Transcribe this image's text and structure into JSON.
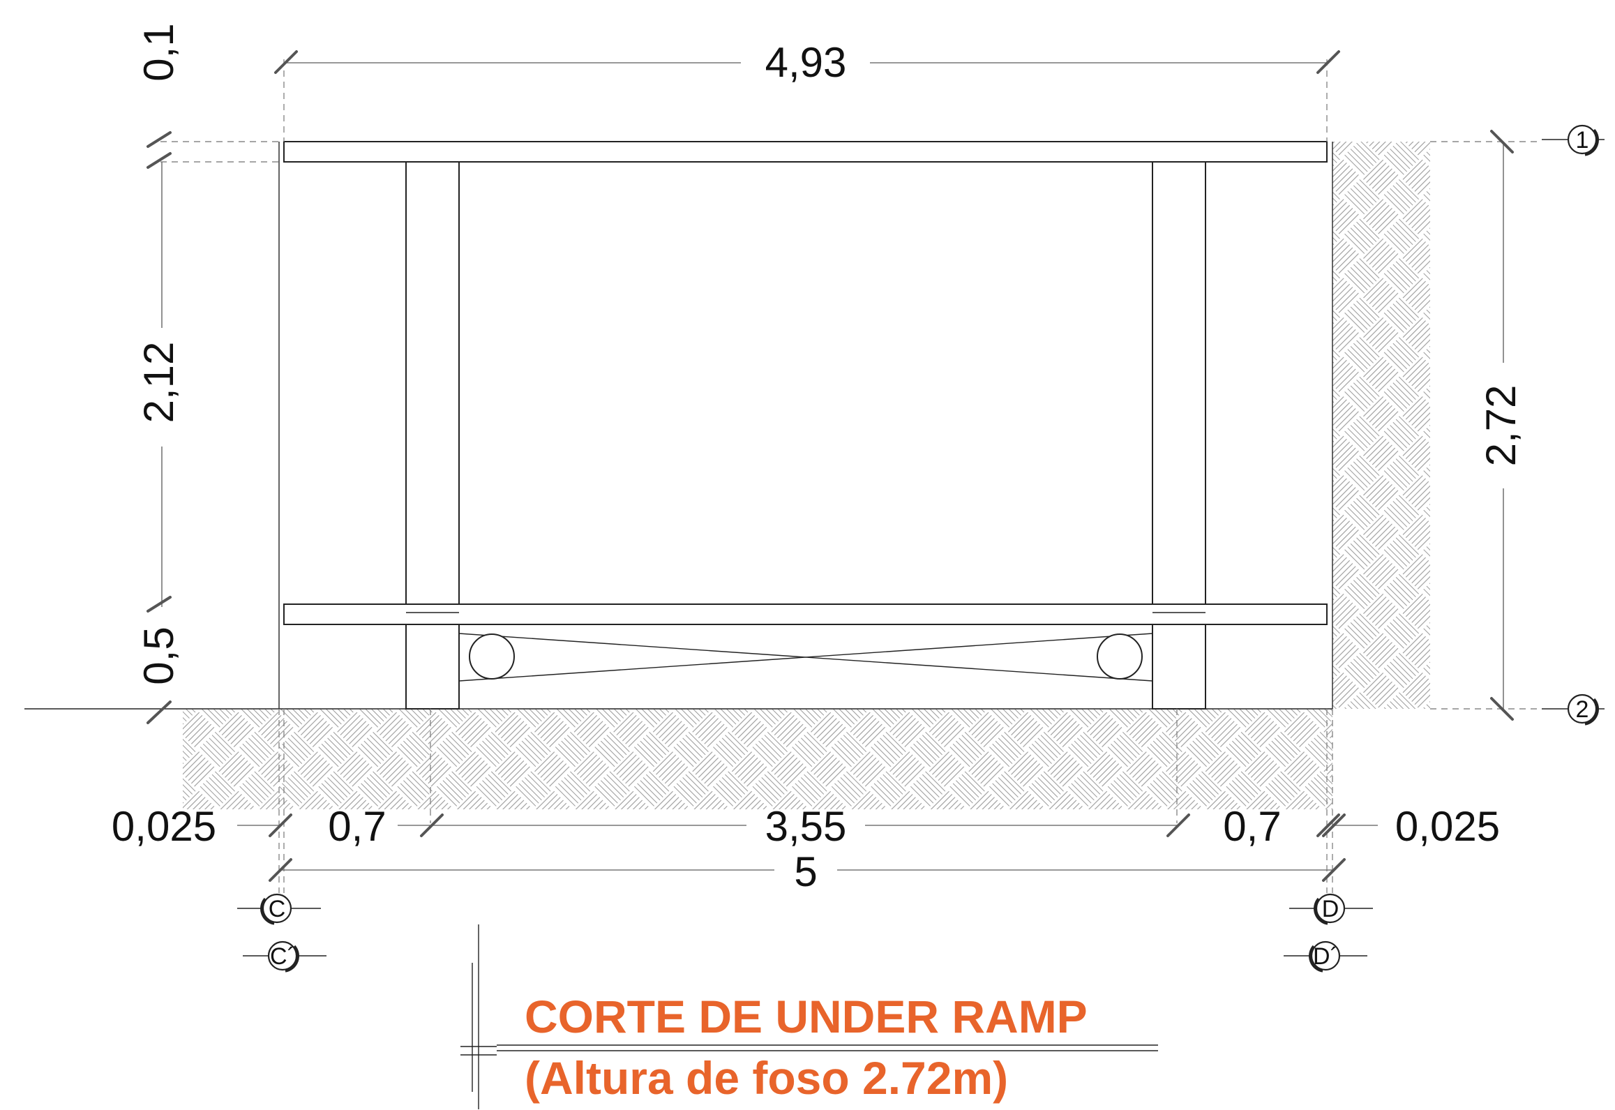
{
  "colors": {
    "title": "#e8642b",
    "line": "#222222",
    "dimension": "#777777",
    "hatch": "#9a9a9a"
  },
  "dimensions": {
    "top_width": "4,93",
    "top_slab": "0,1",
    "wall_height": "2,12",
    "bottom_depth": "0,5",
    "pit_height": "2,72",
    "left_offset": "0,025",
    "left_post": "0,7",
    "middle_span": "3,55",
    "right_post": "0,7",
    "right_offset": "0,025",
    "total_width": "5"
  },
  "axis_markers": {
    "level_1": "1",
    "level_2": "2",
    "c": "C",
    "c_prime": "C´",
    "d": "D",
    "d_prime": "D´"
  },
  "title": {
    "line1": "CORTE DE UNDER RAMP",
    "line2": "(Altura de foso 2.72m)"
  }
}
